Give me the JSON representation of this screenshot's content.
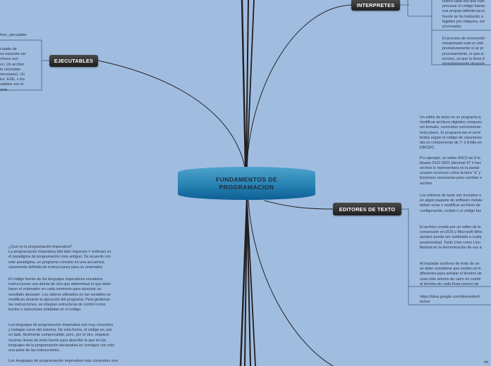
{
  "central": {
    "title": "FUNDAMENTOS DE PROGRAMACION",
    "color": "#2b86b6"
  },
  "topics": {
    "interpretes": {
      "label": "INTERPRETES",
      "notes": [
        "nuevo cada vez que vuel\nprocesar el código fuente\nsus propias bibliotecas in\nfuente se ha traducido a\nlegibles por máquina, est\nprocesador.",
        "El proceso de conversión\ninterpretado todo el códi\nprematuramente si se pr\nprocesamiento, lo que si\nerrores, ya que la línea d\ninmediatamente después"
      ]
    },
    "ejecutables": {
      "label": "EJECUTABLES",
      "notes": [
        "hivo_ejecutable",
        "cutado de\nno necesita ser\nchivos son\nvo. Un archivo\nte necesitan\n necesario). Un\nlos .EXE, o los\nutables son el\nares."
      ]
    },
    "editores": {
      "label": "EDITORES DE TEXTO",
      "notes": [
        "Un editor de texto es un programa q\nmodificar archivos digitales compues\nsin formato, conocidos comúnmente\ntexto plano. El programa lee el archi\nleídos según el código de caracteres\ndía es comúnmente de 7- ó 8-bits en\nEBCDIC.\n\nPor ejemplo, un editor ASCII de 8 bi\nbinario 0110 0001 (decimal 97 ó hex\narchivo lo representará en la pantal\nusuario reconoce como la letra \"a\" y\nfunciones necesarias para cambiar e\narchivo.",
        "Los editores de texto son incluidos e\nen algún paquete de software instala\ndeben crear o modificar archivos de\nconfiguración, scripts o el código fue",
        "El archivo creado por un editor de te\nconvención en DOS y Microsoft Winc\naunque pueda ser cambiada a cualq\nposterioridad. Tanto Unix como Linu\nlibertad en la denominación de sus a",
        "Al trasladar archivos de texto de un\nse debe considerar que existen al m\ndiferentes para señalar el término de\nusan sólo retorno de carro en cambi\nal término de cada línea retorno de",
        "https://sites.google.com/site/sedech\ntextos"
      ]
    }
  },
  "left_notes": [
    "¿Qué es la programación imperativa?\nLa programación imperativa (del latín imperare = ordenar) es\nel paradigma de programación más antiguo. De acuerdo con\neste paradigma, un programa consiste en una secuencia\nclaramente definida de instrucciones para un ordenador.",
    "El código fuente de los lenguajes imperativos encadena\ninstrucciones una detrás de otra que determinan lo que debe\nhacer el ordenador en cada momento para alcanzar un\nresultado deseado. Los valores utilizados en las variables se\nmodifican durante la ejecución del programa. Para gestionar\nlas instrucciones, se integran estructuras de control como\nbucles o estructuras anidadas en el código.",
    "Los lenguajes de programación imperativa son muy concretos\ny trabajan cerca del sistema. De esta forma, el código es, por\nun lado, fácilmente comprensible, pero, por el otro, requiere\nmuchas líneas de texto fuente para describir lo que en los\nlenguajes de la programación declarativa se consigue con solo\nuna parte de las instrucciones.",
    "Los lenguajes de programación imperativa más conocidos son:"
  ],
  "bottom_right_fragment": "htt"
}
